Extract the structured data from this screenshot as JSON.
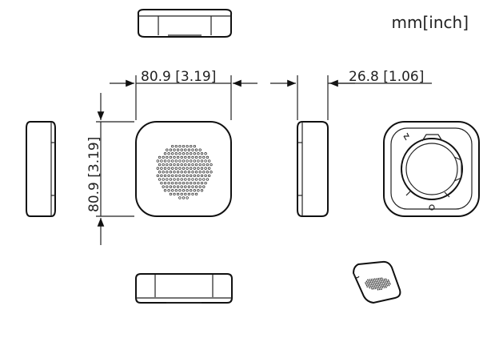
{
  "units_label": "mm[inch]",
  "dimensions": {
    "width": "80.9  [3.19]",
    "depth": "26.8  [1.06]",
    "height": "80.9  [3.19]"
  }
}
